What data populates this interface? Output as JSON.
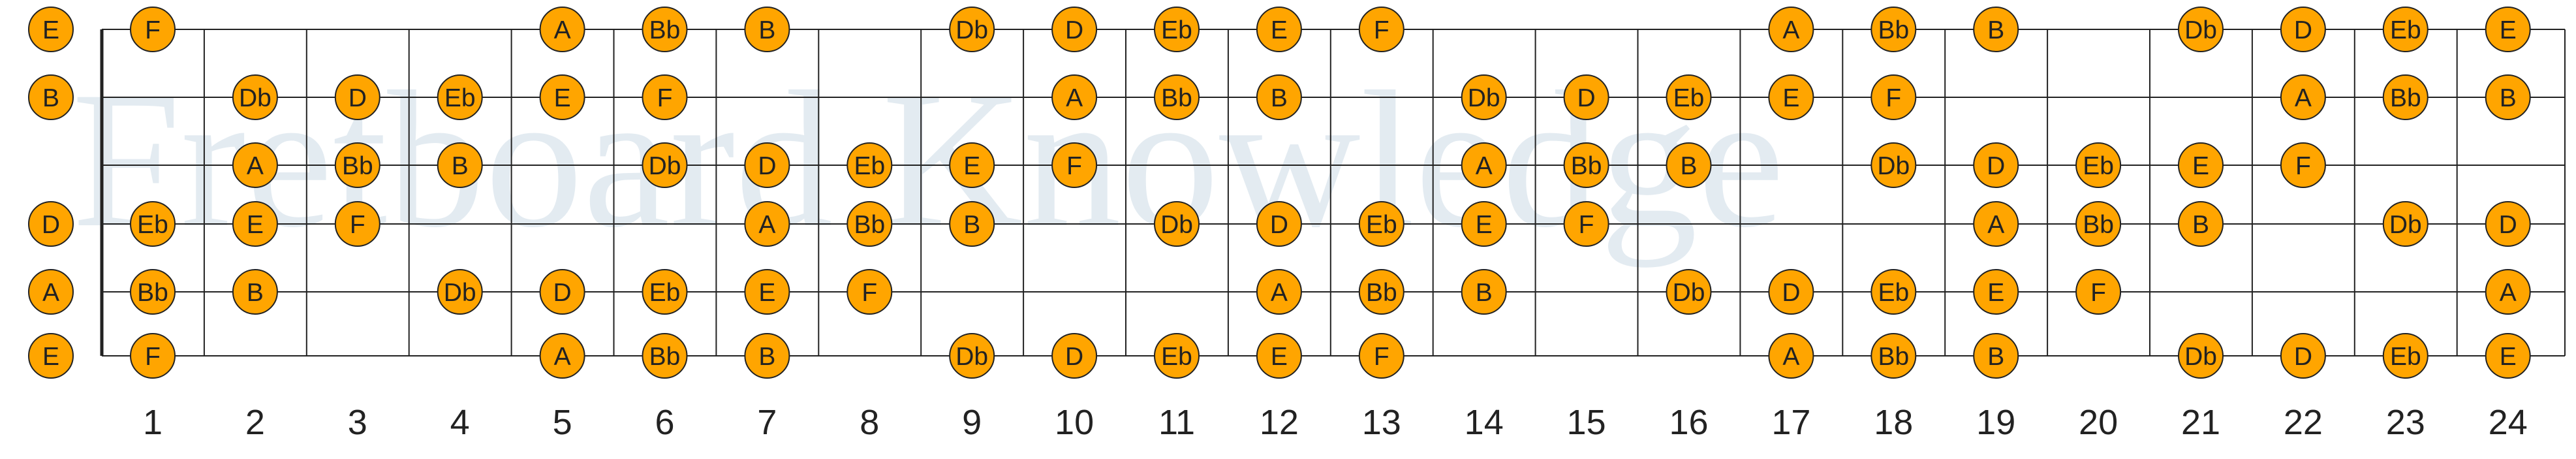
{
  "watermark": "Fretboard Knowledge",
  "colors": {
    "note_fill": "#ffa500",
    "note_stroke": "#222222",
    "line": "#222222",
    "watermark": "#dfe8ef"
  },
  "open_strings": [
    "E",
    "B",
    "",
    "D",
    "A",
    "E"
  ],
  "fret_numbers": [
    "1",
    "2",
    "3",
    "4",
    "5",
    "6",
    "7",
    "8",
    "9",
    "10",
    "11",
    "12",
    "13",
    "14",
    "15",
    "16",
    "17",
    "18",
    "19",
    "20",
    "21",
    "22",
    "23",
    "24"
  ],
  "strings": [
    [
      "F",
      "",
      "",
      "",
      "A",
      "Bb",
      "B",
      "",
      "Db",
      "D",
      "Eb",
      "E",
      "F",
      "",
      "",
      "",
      "A",
      "Bb",
      "B",
      "",
      "Db",
      "D",
      "Eb",
      "E"
    ],
    [
      "",
      "Db",
      "D",
      "Eb",
      "E",
      "F",
      "",
      "",
      "",
      "A",
      "Bb",
      "B",
      "",
      "Db",
      "D",
      "Eb",
      "E",
      "F",
      "",
      "",
      "",
      "A",
      "Bb",
      "B"
    ],
    [
      "",
      "A",
      "Bb",
      "B",
      "",
      "Db",
      "D",
      "Eb",
      "E",
      "F",
      "",
      "",
      "",
      "A",
      "Bb",
      "B",
      "",
      "Db",
      "D",
      "Eb",
      "E",
      "F",
      "",
      ""
    ],
    [
      "Eb",
      "E",
      "F",
      "",
      "",
      "",
      "A",
      "Bb",
      "B",
      "",
      "Db",
      "D",
      "Eb",
      "E",
      "F",
      "",
      "",
      "",
      "A",
      "Bb",
      "B",
      "",
      "Db",
      "D"
    ],
    [
      "Bb",
      "B",
      "",
      "Db",
      "D",
      "Eb",
      "E",
      "F",
      "",
      "",
      "",
      "A",
      "Bb",
      "B",
      "",
      "Db",
      "D",
      "Eb",
      "E",
      "F",
      "",
      "",
      "",
      "A"
    ],
    [
      "F",
      "",
      "",
      "",
      "A",
      "Bb",
      "B",
      "",
      "Db",
      "D",
      "Eb",
      "E",
      "F",
      "",
      "",
      "",
      "A",
      "Bb",
      "B",
      "",
      "Db",
      "D",
      "Eb",
      "E"
    ]
  ]
}
